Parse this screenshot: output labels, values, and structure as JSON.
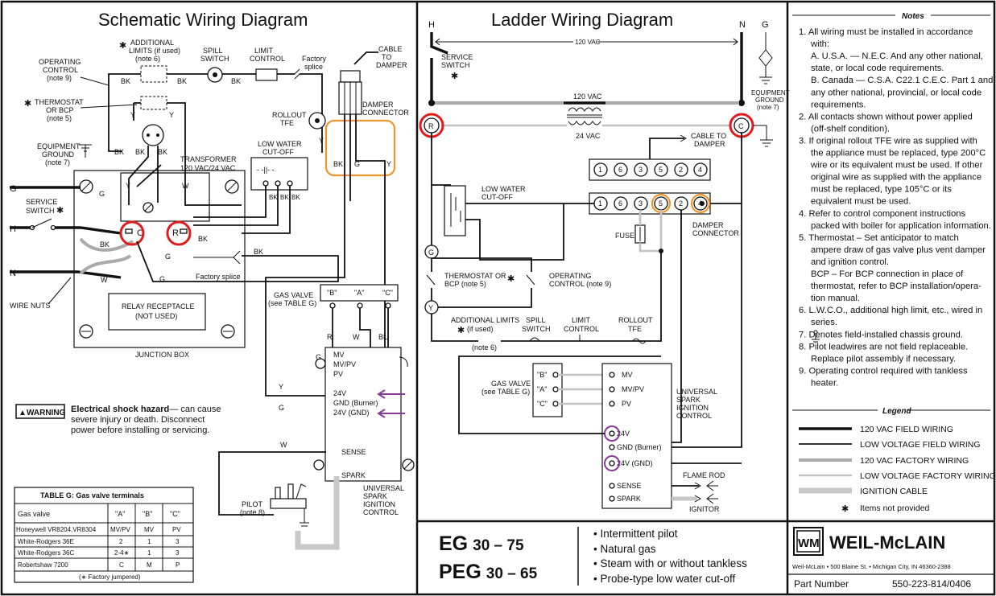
{
  "schematic": {
    "title": "Schematic Wiring Diagram",
    "labels": {
      "additional_limits": "ADDITIONAL",
      "additional_limits_2": "LIMITS (if used)",
      "additional_limits_3": "(note 6)",
      "spill_switch": "SPILL",
      "spill_switch_2": "SWITCH",
      "limit_control": "LIMIT",
      "limit_control_2": "CONTROL",
      "factory_splice": "Factory",
      "factory_splice_2": "splice",
      "cable_to_damper": "CABLE",
      "cable_to_damper_2": "TO",
      "cable_to_damper_3": "DAMPER",
      "operating_control": "OPERATING",
      "operating_control_2": "CONTROL",
      "operating_control_3": "(note 9)",
      "thermostat": "THERMOSTAT",
      "thermostat_2": "OR BCP",
      "thermostat_3": "(note 5)",
      "rollout_tfe": "ROLLOUT",
      "rollout_tfe_2": "TFE",
      "damper_connector": "DAMPER",
      "damper_connector_2": "CONNECTOR",
      "equipment_ground": "EQUIPMENT",
      "equipment_ground_2": "GROUND",
      "equipment_ground_3": "(note 7)",
      "transformer": "TRANSFORMER",
      "transformer_2": "120 VAC/24 VAC",
      "low_water_cutoff": "LOW WATER",
      "low_water_cutoff_2": "CUT-OFF",
      "service_switch": "SERVICE",
      "service_switch_2": "SWITCH",
      "wire_nuts": "WIRE NUTS",
      "factory_splice_lower": "Factory splice",
      "relay_receptacle": "RELAY RECEPTACLE",
      "relay_receptacle_2": "(NOT USED)",
      "junction_box": "JUNCTION BOX",
      "gas_valve": "GAS VALVE",
      "gas_valve_2": "(see TABLE G)",
      "pilot": "PILOT",
      "pilot_2": "(note 8)",
      "usic": "UNIVERSAL",
      "usic_2": "SPARK",
      "usic_3": "IGNITION",
      "usic_4": "CONTROL"
    },
    "wire_codes": {
      "bk": "BK",
      "y": "Y",
      "w": "W",
      "g": "G",
      "r": "R",
      "bl": "BL",
      "h": "H",
      "n": "N",
      "c": "C"
    },
    "gas_terms": {
      "b": "\"B\"",
      "a": "\"A\"",
      "c": "\"C\""
    },
    "usic_terms": {
      "mv": "MV",
      "mvpv": "MV/PV",
      "pv": "PV",
      "v24": "24V",
      "gnd_burner": "GND (Burner)",
      "v24_gnd": "24V (GND)",
      "sense": "SENSE",
      "spark": "SPARK"
    },
    "warning": {
      "badge": "WARNING",
      "headline": "Electrical shock hazard",
      "line1": " — can cause",
      "line2": "severe injury or death. Disconnect",
      "line3": "power before installing or servicing."
    },
    "table_g": {
      "title": "TABLE G: Gas valve terminals",
      "headers": [
        "Gas valve",
        "\"A\"",
        "\"B\"",
        "\"C\""
      ],
      "rows": [
        [
          "Honeywell VR8204,VR8304",
          "MV/PV",
          "MV",
          "PV"
        ],
        [
          "White-Rodgers 36E",
          "2",
          "1",
          "3"
        ],
        [
          "White-Rodgers 36C",
          "2-4∗",
          "1",
          "3"
        ],
        [
          "Robertshaw 7200",
          "C",
          "M",
          "P"
        ]
      ],
      "footnote": "(∗ Factory jumpered)"
    }
  },
  "ladder": {
    "title": "Ladder Wiring Diagram",
    "vac_top": "120 VAC",
    "transformer_top": "120 VAC",
    "transformer_bot": "24 VAC",
    "cable_to_damper": "CABLE TO",
    "cable_to_damper_2": "DAMPER",
    "service_switch": "SERVICE",
    "service_switch_2": "SWITCH",
    "equipment_ground": "EQUIPMENT",
    "equipment_ground_2": "GROUND",
    "equipment_ground_3": "(note 7)",
    "low_water_cutoff": "LOW WATER",
    "low_water_cutoff_2": "CUT-OFF",
    "fuse": "FUSE",
    "damper_connector": "DAMPER",
    "damper_connector_2": "CONNECTOR",
    "thermostat": "THERMOSTAT OR",
    "thermostat_2": "BCP (note 5)",
    "operating_control": "OPERATING",
    "operating_control_2": "CONTROL (note 9)",
    "additional_limits": "ADDITIONAL LIMITS",
    "additional_limits_2": "(if used)",
    "additional_limits_3": "(note 6)",
    "spill_switch": "SPILL",
    "spill_switch_2": "SWITCH",
    "limit_control": "LIMIT",
    "limit_control_2": "CONTROL",
    "rollout_tfe": "ROLLOUT",
    "rollout_tfe_2": "TFE",
    "gas_valve": "GAS VALVE",
    "gas_valve_2": "(see TABLE G)",
    "usic": "UNIVERSAL",
    "usic_2": "SPARK",
    "usic_3": "IGNITION",
    "usic_4": "CONTROL",
    "flame_rod": "FLAME ROD",
    "ignitor": "IGNITOR",
    "rails": {
      "h": "H",
      "n": "N",
      "g": "G",
      "r": "R",
      "c": "C",
      "gy": "G",
      "yy": "Y"
    },
    "connector_pins": [
      "1",
      "6",
      "3",
      "5",
      "2",
      "4"
    ],
    "gas_terms": {
      "b": "\"B\"",
      "a": "\"A\"",
      "c": "\"C\""
    },
    "usic_terms": {
      "mv": "MV",
      "mvpv": "MV/PV",
      "pv": "PV",
      "v24": "24V",
      "gnd_burner": "GND (Burner)",
      "v24_gnd": "24V (GND)",
      "sense": "SENSE",
      "spark": "SPARK"
    }
  },
  "product": {
    "model1": "EG",
    "range1": "30 – 75",
    "model2": "PEG",
    "range2": "30 – 65",
    "bullets": [
      "Intermittent pilot",
      "Natural gas",
      "Steam with or without tankless",
      "Probe-type low water cut-off"
    ]
  },
  "notes": {
    "header": "Notes",
    "lines": [
      "1. All wiring must be installed in accordance",
      "    with:",
      "    A. U.S.A. — N.E.C. And any other national,",
      "    state, or local code requirements.",
      "    B. Canada — C.S.A. C22.1 C.E.C. Part 1 and",
      "    any other national, provincial, or local code",
      "    requirements.",
      "2. All contacts shown without power applied",
      "    (off-shelf condition).",
      "3. If original rollout TFE wire as supplied with",
      "    the appliance must be replaced, type 200°C",
      "    wire or its equivalent must be used. If other",
      "    original wire as supplied with the appliance",
      "    must be replaced, type 105°C or its",
      "    equivalent must be used.",
      "4. Refer to control component instructions",
      "    packed with boiler for application information.",
      "5. Thermostat – Set anticipator to match",
      "    ampere draw of gas valve plus vent damper",
      "    and ignition control.",
      "    BCP – For BCP connection in place of",
      "    thermostat, refer to BCP installation/opera-",
      "    tion manual.",
      "6. L.W.C.O., additional high limit, etc., wired in",
      "    series.",
      "7.     Denotes field-installed chassis ground.",
      "8. Pilot leadwires are not field replaceable.",
      "    Replace pilot assembly if necessary.",
      "9. Operating control required with tankless",
      "    heater."
    ]
  },
  "legend": {
    "header": "Legend",
    "items": [
      "120 VAC FIELD WIRING",
      "LOW VOLTAGE FIELD WIRING",
      "120 VAC FACTORY WIRING",
      "LOW VOLTAGE FACTORY WIRING",
      "IGNITION CABLE",
      "Items not provided"
    ]
  },
  "brand": {
    "logo_text": "WEIL-McLAIN",
    "address": "Weil-McLain • 500 Blaine St. • Michigan City, IN 46360-2388",
    "part_label": "Part Number",
    "part_number": "550-223-814/0406"
  }
}
